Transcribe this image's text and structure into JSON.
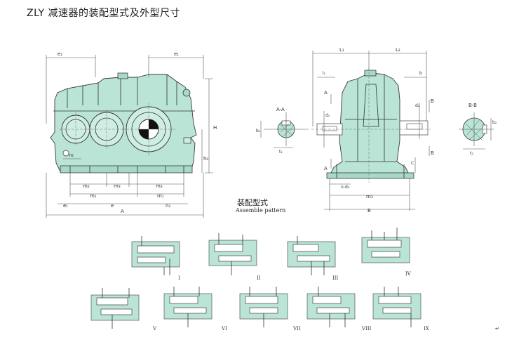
{
  "title": "ZLY 减速器的装配型式及外型尺寸",
  "front_view": {
    "top_dims": [
      "e₂",
      "e₁"
    ],
    "bottom_dims": [
      "m₂",
      "m₃",
      "m₃",
      "m₁",
      "m₁",
      "e₁",
      "e",
      "n₂"
    ],
    "overall_width": "A",
    "inner_dim": "n₁",
    "heights": [
      "H",
      "h₀"
    ]
  },
  "side_view": {
    "top_dims": [
      "L₁",
      "L₂",
      "l₁",
      "b"
    ],
    "section_marks": [
      "A",
      "A",
      "B",
      "B"
    ],
    "side_labels": [
      "d₁",
      "d₂",
      "C"
    ],
    "bottom_dims": [
      "n-d₃",
      "m₃",
      "B"
    ]
  },
  "section_aa": {
    "label": "A-A",
    "dims": [
      "b₁",
      "t₁"
    ]
  },
  "section_bb": {
    "label": "B-B",
    "dims": [
      "b₂",
      "t₂"
    ]
  },
  "assembly": {
    "label_cn": "装配型式",
    "label_en": "Assemble pattern",
    "types": [
      "I",
      "II",
      "III",
      "IV",
      "V",
      "VI",
      "VII",
      "VIII",
      "IX"
    ]
  },
  "corner_mark": "↵"
}
